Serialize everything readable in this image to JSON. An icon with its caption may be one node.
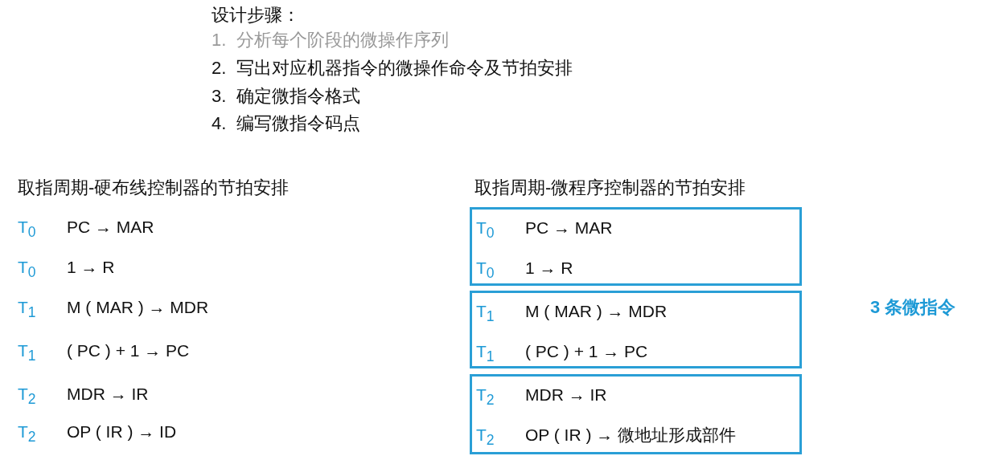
{
  "diagram": {
    "nodes": [
      {
        "text": [
          "T$_{0}$",
          "PC → MAR",
          "T$_{0}$",
          "1 → R"
        ]
      },
      {
        "text": [
          "T$_{1}$",
          "M ( MAR ) → MDR",
          "T$_{1}$",
          "( PC ) + 1 → PC"
        ]
      },
      {
        "text": [
          "T$_{2}$",
          "MDR → IR",
          "T$_{2}$",
          "OP ( IR ) → 微地址形成部件"
        ]
      }
    ],
    "labels": [
      "设计步骤：",
      "1.  分析每个阶段的微操作序列",
      "2.  写出对应机器指令的微操作命令及节拍安排",
      "3.  确定微指令格式",
      "4.  编写微指令码点",
      "取指周期-硬布线控制器的节拍安排",
      "取指周期-微程序控制器的节拍安排",
      "T$_{0}$",
      "PC → MAR",
      "T$_{0}$",
      "1 → R",
      "T$_{1}$",
      "M ( MAR ) → MDR",
      "T$_{1}$",
      "( PC ) + 1 → PC",
      "T$_{2}$",
      "MDR → IR",
      "T$_{2}$",
      "OP ( IR ) → ID",
      "3 条微指令"
    ]
  }
}
